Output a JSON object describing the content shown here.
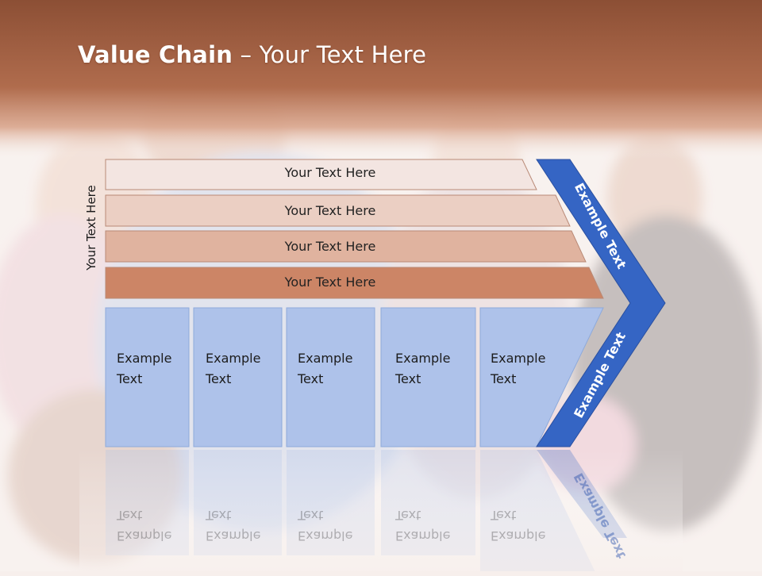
{
  "slide": {
    "title_bold": "Value Chain",
    "title_rest": " – Your Text Here",
    "side_label": "Your Text Here"
  },
  "bars": [
    {
      "label": "Your Text Here",
      "color": "#f3e5e1"
    },
    {
      "label": "Your Text Here",
      "color": "#ebcfc3"
    },
    {
      "label": "Your Text Here",
      "color": "#e0b39f"
    },
    {
      "label": "Your Text Here",
      "color": "#cc8566"
    }
  ],
  "boxes": [
    {
      "line1": "Example",
      "line2": "Text"
    },
    {
      "line1": "Example",
      "line2": "Text"
    },
    {
      "line1": "Example",
      "line2": "Text"
    },
    {
      "line1": "Example",
      "line2": "Text"
    },
    {
      "line1": "Example",
      "line2": "Text"
    }
  ],
  "chevron": {
    "upper_label": "Example Text",
    "lower_label": "Example Text",
    "color": "#3565c4"
  },
  "colors": {
    "header": "#a8603f",
    "box_fill": "#aec2ea",
    "box_stroke": "#8eaadb"
  }
}
